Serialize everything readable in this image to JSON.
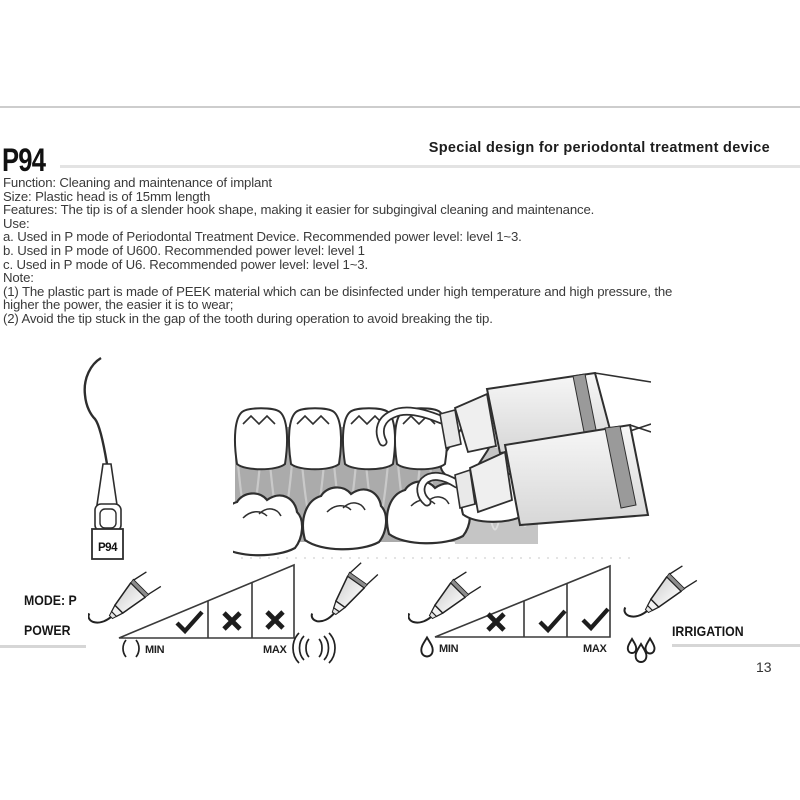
{
  "page": {
    "header_right": "Special design for periodontal treatment device",
    "product_code": "P94",
    "page_number": "13"
  },
  "description": {
    "lines": [
      "Function: Cleaning and maintenance of implant",
      "Size: Plastic head is of 15mm length",
      "Features: The tip is of a slender hook shape, making it easier for subgingival cleaning and maintenance.",
      "Use:",
      "a. Used in P mode of Periodontal Treatment Device. Recommended power level: level 1~3.",
      "b. Used in P mode of U600. Recommended power level: level 1",
      "c. Used in P mode of U6. Recommended power level: level 1~3.",
      "Note:",
      "(1) The plastic part is made of PEEK material which can be disinfected under high temperature and high pressure, the",
      "higher the power, the easier it is to wear;",
      "(2) Avoid the tip stuck in the gap of the tooth during operation to avoid breaking the tip."
    ]
  },
  "tip_illustration": {
    "label": "P94"
  },
  "power_diagram": {
    "mode_label": "MODE: P",
    "power_label": "POWER",
    "min_label": "MIN",
    "max_label": "MAX",
    "sections": [
      {
        "name": "check"
      },
      {
        "name": "cross"
      },
      {
        "name": "cross"
      }
    ]
  },
  "irrigation_diagram": {
    "label": "IRRIGATION",
    "min_label": "MIN",
    "max_label": "MAX",
    "sections": [
      {
        "name": "cross"
      },
      {
        "name": "check"
      },
      {
        "name": "check"
      }
    ]
  },
  "colors": {
    "rule_gray": "#d6d6d6",
    "text_gray": "#3a3a3a",
    "heading_black": "#161616",
    "line_art": "#2f2f2f",
    "gum_gray": "#ababab",
    "gum_light": "#c5c5c5",
    "band_gray": "#8d8d8d"
  }
}
